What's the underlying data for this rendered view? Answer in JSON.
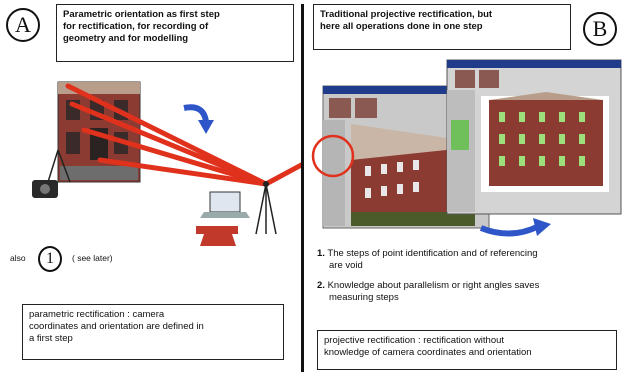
{
  "labels": {
    "a": "A",
    "b": "B",
    "one": "1"
  },
  "left": {
    "top_box": [
      "Parametric orientation as first step",
      "for rectification, for recording of",
      "geometry and for modelling"
    ],
    "also_text": "also",
    "see_later": "( see later)",
    "bottom_box": [
      "parametric rectification : camera",
      "coordinates and orientation are defined in",
      "a first step"
    ]
  },
  "right": {
    "top_box": [
      "Traditional projective rectification, but",
      "here all operations done in one step"
    ],
    "list": [
      {
        "num": "1.",
        "lines": [
          "The steps of point identification and of referencing",
          "are void"
        ]
      },
      {
        "num": "2.",
        "lines": [
          "Knowledge about parallelism or right angles saves",
          "measuring steps"
        ]
      }
    ],
    "bottom_box": [
      "projective rectification : rectification without",
      "knowledge of camera coordinates and orientation"
    ]
  },
  "colors": {
    "ray": "#e0311d",
    "arrow": "#2f56c8",
    "facade": "#8b3b32",
    "ground": "#4b5b2a"
  }
}
